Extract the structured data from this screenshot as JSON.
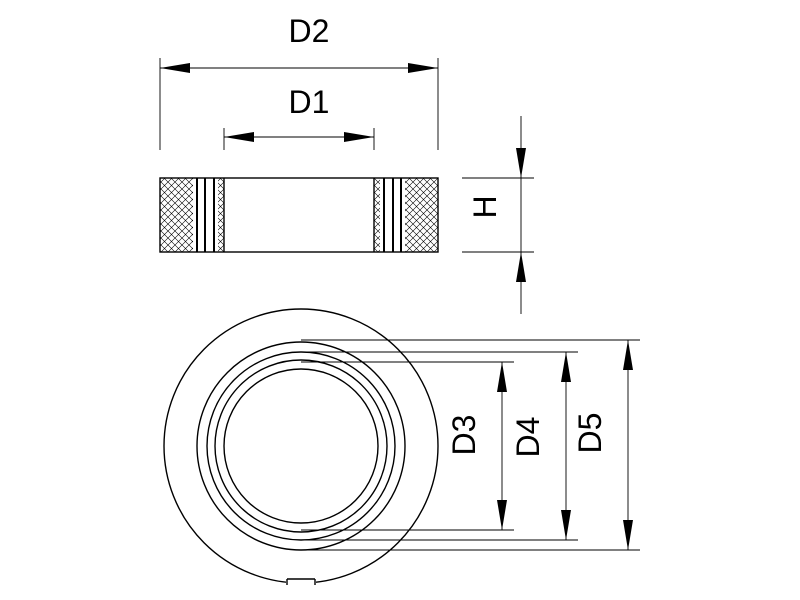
{
  "dimensions": {
    "d2": "D2",
    "d1": "D1",
    "h": "H",
    "d3": "D3",
    "d4": "D4",
    "d5": "D5"
  },
  "colors": {
    "stroke": "#000000",
    "background": "#ffffff"
  }
}
